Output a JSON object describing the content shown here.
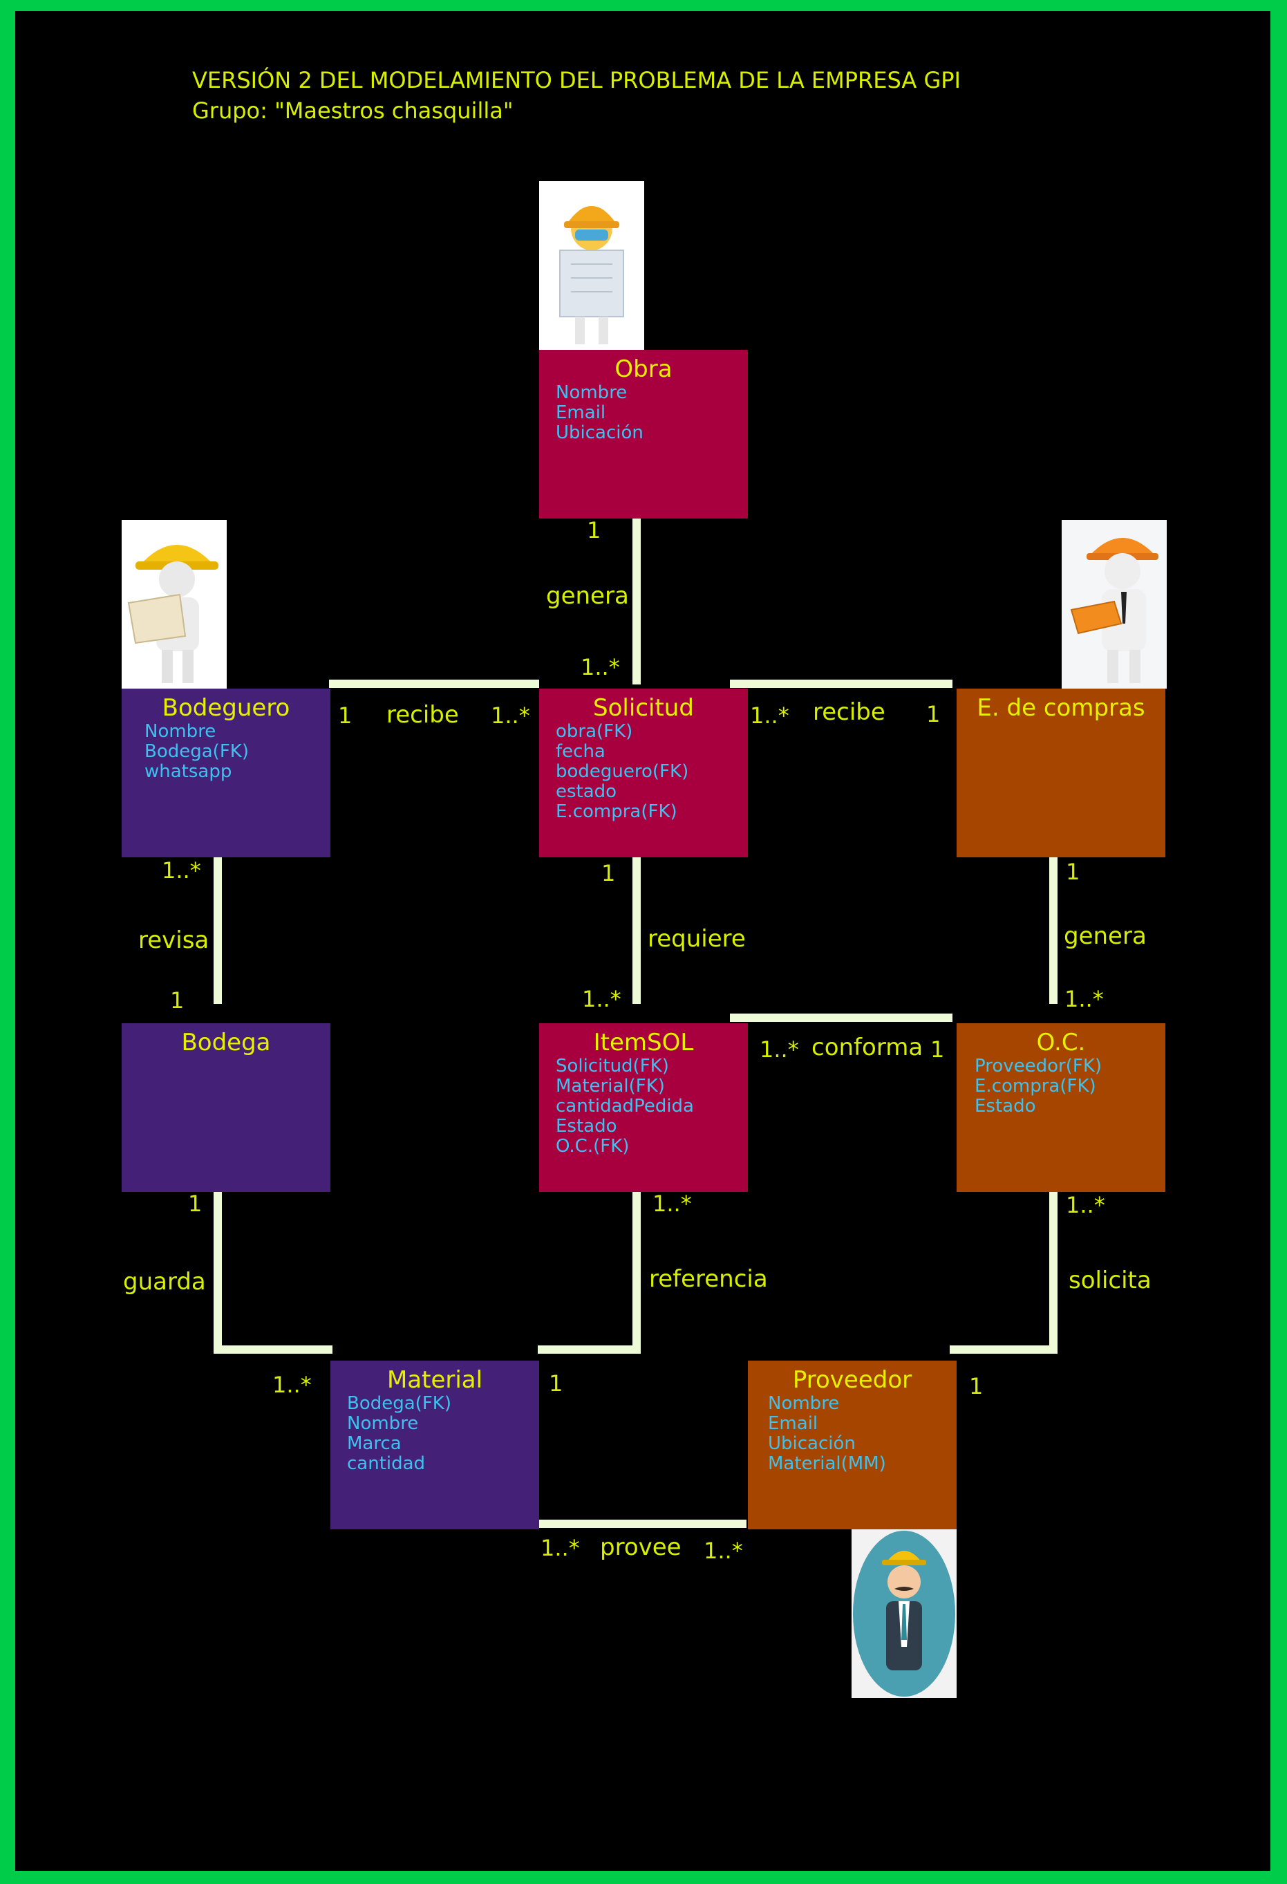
{
  "title": {
    "line1": "VERSIÓN 2 DEL MODELAMIENTO DEL PROBLEMA DE LA EMPRESA GPI",
    "line2": "Grupo: \"Maestros chasquilla\""
  },
  "colors": {
    "frame": "#00cc4a",
    "background": "#000000",
    "magenta_entity": "#a8003f",
    "purple_entity": "#442177",
    "orange_entity": "#a54500",
    "entity_name": "#e6f000",
    "attribute": "#3fc1f0",
    "label": "#d8f000",
    "connector": "#eefbd6"
  },
  "entities": {
    "obra": {
      "name": "Obra",
      "attributes": [
        "Nombre",
        "Email",
        "Ubicación"
      ]
    },
    "bodeguero": {
      "name": "Bodeguero",
      "attributes": [
        "Nombre",
        "Bodega(FK)",
        "whatsapp"
      ]
    },
    "solicitud": {
      "name": "Solicitud",
      "attributes": [
        "obra(FK)",
        "fecha",
        "bodeguero(FK)",
        "estado",
        "E.compra(FK)"
      ]
    },
    "ecompras": {
      "name": "E. de compras",
      "attributes": []
    },
    "bodega": {
      "name": "Bodega",
      "attributes": []
    },
    "itemsol": {
      "name": "ItemSOL",
      "attributes": [
        "Solicitud(FK)",
        "Material(FK)",
        "cantidadPedida",
        "Estado",
        "O.C.(FK)"
      ]
    },
    "oc": {
      "name": "O.C.",
      "attributes": [
        "Proveedor(FK)",
        "E.compra(FK)",
        "Estado"
      ]
    },
    "material": {
      "name": "Material",
      "attributes": [
        "Bodega(FK)",
        "Nombre",
        "Marca",
        "cantidad"
      ]
    },
    "proveedor": {
      "name": "Proveedor",
      "attributes": [
        "Nombre",
        "Email",
        "Ubicación",
        "Material(MM)"
      ]
    }
  },
  "relations": {
    "obra_solicitud": {
      "label": "genera",
      "m1": "1",
      "m2": "1..*"
    },
    "bodeguero_solicitud": {
      "label": "recibe",
      "m1": "1",
      "m2": "1..*"
    },
    "solicitud_ecompras": {
      "label": "recibe",
      "m1": "1..*",
      "m2": "1"
    },
    "bodeguero_bodega": {
      "label": "revisa",
      "m1": "1..*",
      "m2": "1"
    },
    "solicitud_itemsol": {
      "label": "requiere",
      "m1": "1",
      "m2": "1..*"
    },
    "ecompras_oc": {
      "label": "genera",
      "m1": "1",
      "m2": "1..*"
    },
    "itemsol_oc": {
      "label": "conforma",
      "m1": "1..*",
      "m2": "1"
    },
    "bodega_material": {
      "label": "guarda",
      "m1": "1",
      "m2": "1..*"
    },
    "itemsol_material": {
      "label": "referencia",
      "m1": "1..*",
      "m2": "1"
    },
    "oc_proveedor": {
      "label": "solicita",
      "m1": "1..*",
      "m2": "1"
    },
    "material_proveedor": {
      "label": "provee",
      "m1": "1..*",
      "m2": "1..*"
    }
  },
  "images": {
    "obra": "engineer-with-blueprint-icon",
    "bodeguero": "worker-reading-plan-icon",
    "ecompras": "purchaser-with-clipboard-icon",
    "proveedor": "supplier-avatar-icon"
  }
}
